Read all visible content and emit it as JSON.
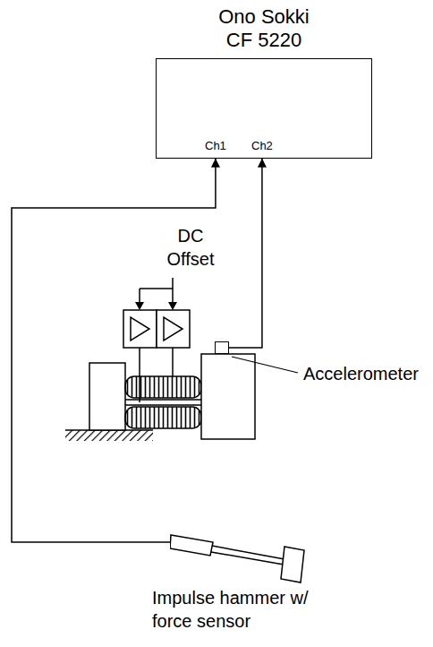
{
  "diagram": {
    "nodes": [
      {
        "text": [
          "Ono Sokki CF 5220",
          "Ch1",
          "Ch2"
        ]
      },
      {
        "text": [
          "Accelerometer"
        ]
      },
      {
        "text": [
          "Impulse hammer w/ force sensor"
        ]
      }
    ],
    "edges": [
      {
        "from": 2,
        "to": 0,
        "arrow": "to"
      },
      {
        "from": 1,
        "to": 0,
        "arrow": "to"
      }
    ],
    "labels": [
      "DC Offset"
    ]
  }
}
